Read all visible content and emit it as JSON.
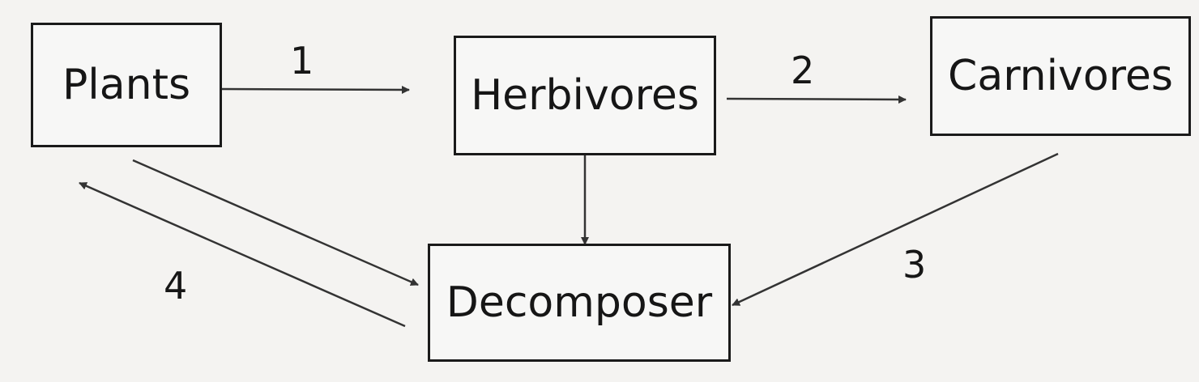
{
  "nodes": {
    "plants": "Plants",
    "herbivores": "Herbivores",
    "carnivores": "Carnivores",
    "decomposer": "Decomposer"
  },
  "edge_labels": {
    "one": "1",
    "two": "2",
    "three": "3",
    "four": "4"
  },
  "colors": {
    "ink": "#1a1a1a",
    "paper": "#f4f3f1"
  }
}
